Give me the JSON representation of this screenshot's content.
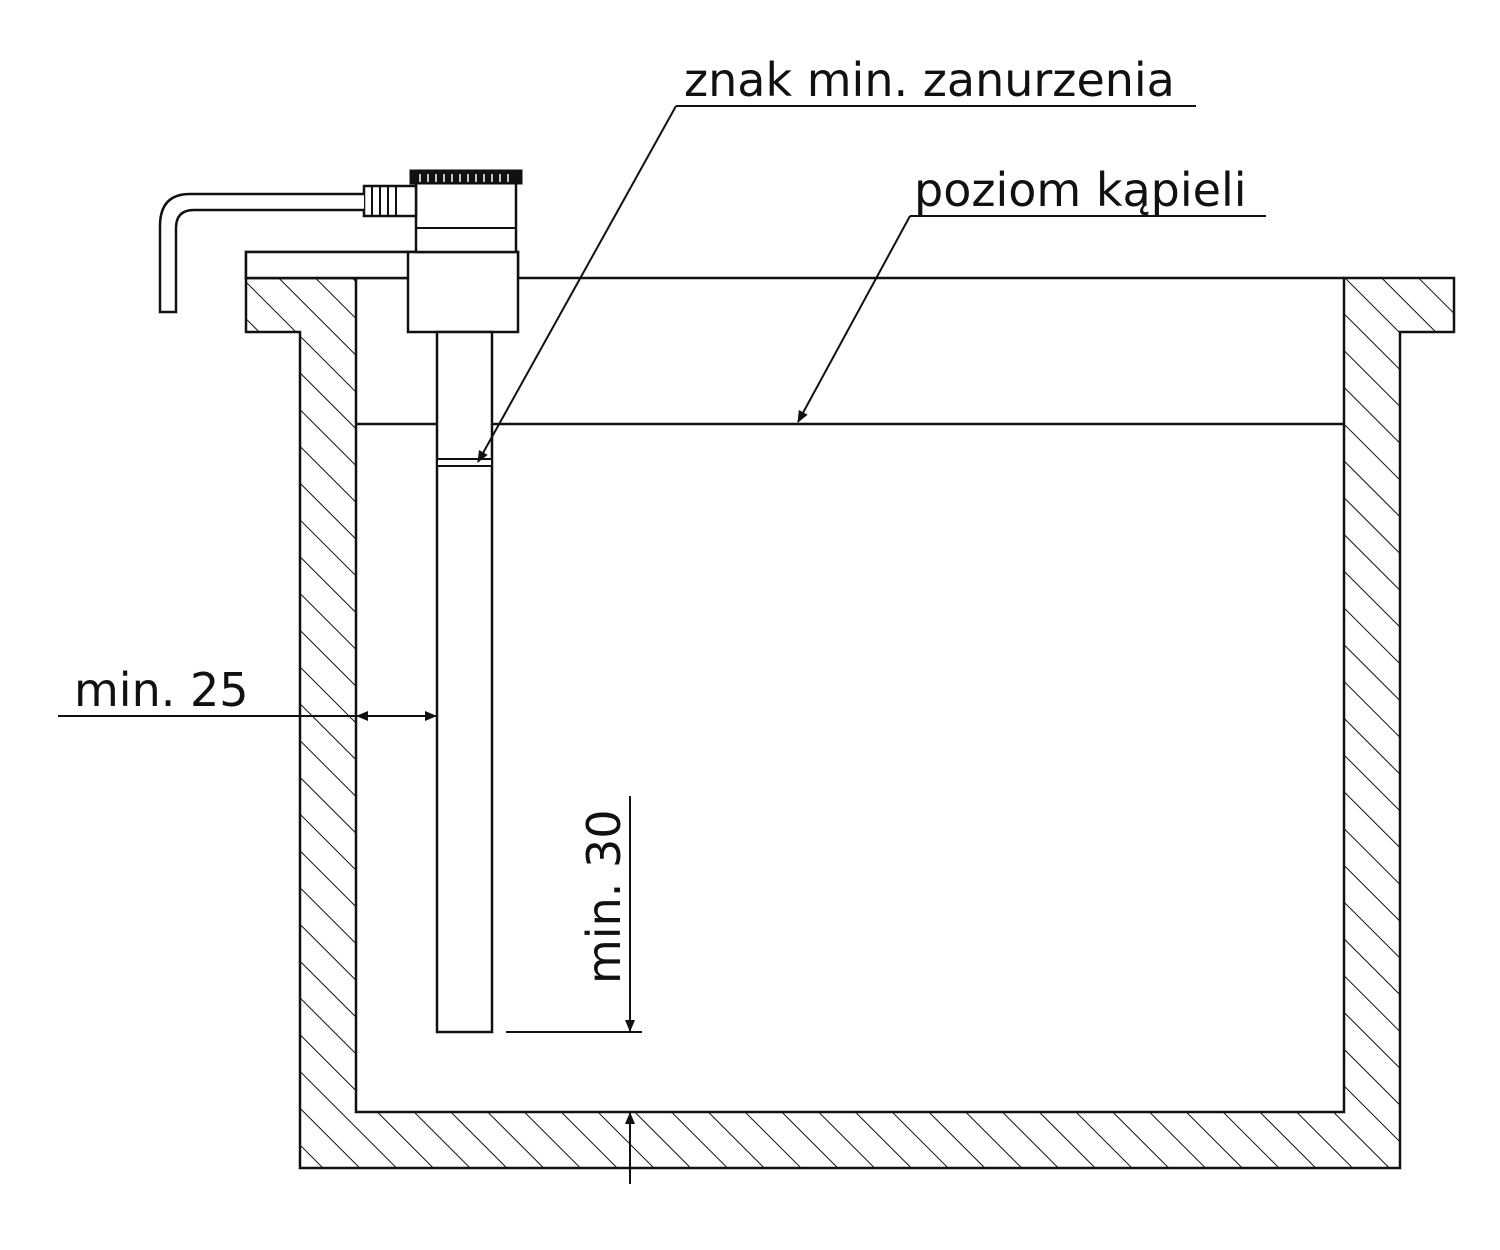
{
  "labels": {
    "immersion_mark": "znak min. zanurzenia",
    "bath_level": "poziom kąpieli",
    "side_clearance": "min. 25",
    "bottom_clearance": "min. 30"
  },
  "colors": {
    "line": "#111111",
    "background": "#ffffff"
  }
}
